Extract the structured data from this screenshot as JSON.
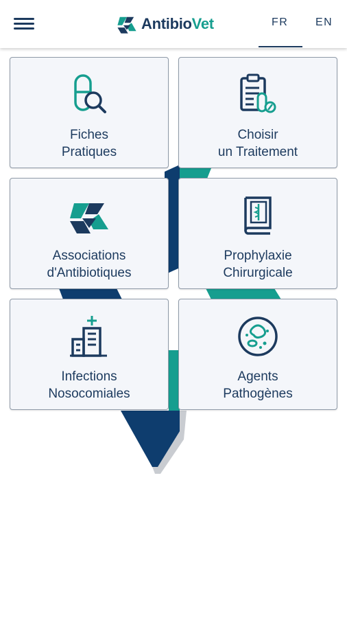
{
  "header": {
    "logo_prefix": "Antibio",
    "logo_suffix": "Vet",
    "languages": [
      {
        "code": "FR",
        "active": true
      },
      {
        "code": "EN",
        "active": false
      }
    ]
  },
  "tiles": [
    {
      "line1": "Fiches",
      "line2": "Pratiques",
      "icon": "pill-search-icon"
    },
    {
      "line1": "Choisir",
      "line2": "un Traitement",
      "icon": "clipboard-pill-icon"
    },
    {
      "line1": "Associations",
      "line2": "d'Antibiotiques",
      "icon": "star-logo-icon"
    },
    {
      "line1": "Prophylaxie",
      "line2": "Chirurgicale",
      "icon": "medical-book-icon"
    },
    {
      "line1": "Infections",
      "line2": "Nosocomiales",
      "icon": "hospital-icon"
    },
    {
      "line1": "Agents",
      "line2": "Pathogènes",
      "icon": "bacteria-icon"
    }
  ],
  "colors": {
    "navy": "#1c3a5e",
    "teal": "#169e8f",
    "dark_blue": "#0e3d6e"
  }
}
